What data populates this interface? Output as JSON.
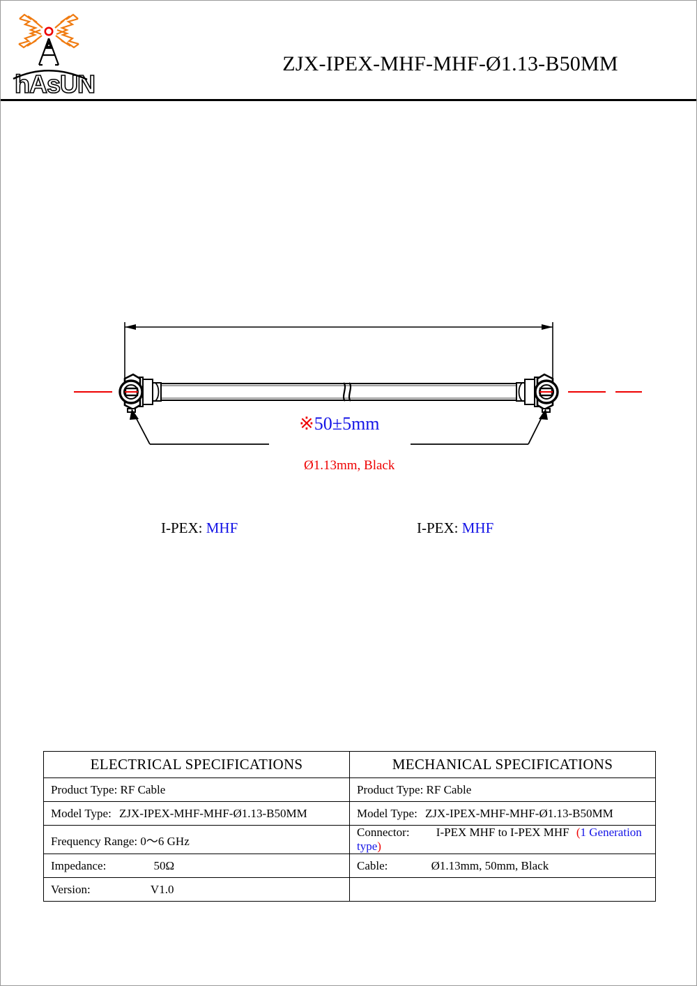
{
  "header": {
    "title": "ZJX-IPEX-MHF-MHF-Ø1.13-B50MM",
    "logo_name": "hAsUN",
    "logo_alt": "antenna-tower-logo"
  },
  "drawing": {
    "dimension": {
      "mark": "※",
      "value": "50±5mm",
      "mark_color": "#ee0000",
      "value_color": "#1414e6"
    },
    "cable_callout": {
      "text": "Ø1.13mm, Black",
      "color": "#ee0000"
    },
    "left_connector": {
      "prefix": "I-PEX:",
      "type": "MHF",
      "prefix_color": "#000000",
      "type_color": "#1414e6"
    },
    "right_connector": {
      "prefix": "I-PEX:",
      "type": "MHF",
      "prefix_color": "#000000",
      "type_color": "#1414e6"
    },
    "centerline_color": "#ee0000",
    "break_symbol": "cable-break-symbol"
  },
  "tables": {
    "electrical": {
      "header": "ELECTRICAL    SPECIFICATIONS",
      "rows": [
        {
          "label": "Product Type: RF Cable",
          "value": ""
        },
        {
          "label": "Model Type:",
          "value": "ZJX-IPEX-MHF-MHF-Ø1.13-B50MM"
        },
        {
          "label": "Frequency Range: 0～6 GHz",
          "value": ""
        },
        {
          "label": "Impedance:",
          "value": "50Ω"
        },
        {
          "label": "Version:",
          "value": "V1.0"
        }
      ]
    },
    "mechanical": {
      "header": "MECHANICAL    SPECIFICATIONS",
      "rows": [
        {
          "label": "Product Type: RF Cable",
          "value": ""
        },
        {
          "label": "Model Type:",
          "value": "ZJX-IPEX-MHF-MHF-Ø1.13-B50MM"
        },
        {
          "label": "Connector:",
          "value": "I-PEX MHF to I-PEX MHF",
          "note": "(1 Generation type)",
          "note_paren_color": "#ee0000",
          "note_text_color": "#1414e6"
        },
        {
          "label": "Cable:",
          "value": "Ø1.13mm, 50mm, Black"
        },
        {
          "label": "",
          "value": ""
        }
      ]
    }
  }
}
